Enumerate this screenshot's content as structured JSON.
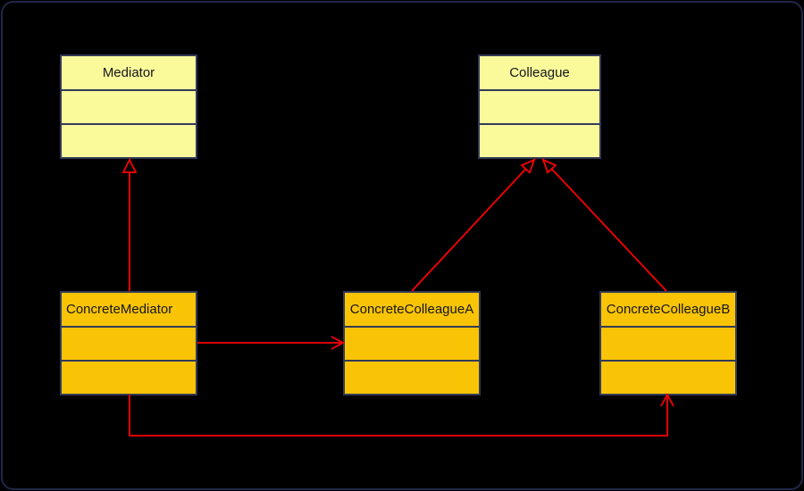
{
  "colors": {
    "background": "#000000",
    "frame_border": "#1f2748",
    "abstract_fill": "#fafa9b",
    "concrete_fill": "#f9c405",
    "node_border": "#333a58",
    "edge": "#fa0000",
    "text": "#15151e"
  },
  "diagram_type": "uml-class-diagram",
  "nodes": {
    "mediator": {
      "label": "Mediator",
      "fill": "#fafa9b",
      "compartments": [
        "",
        ""
      ]
    },
    "colleague": {
      "label": "Colleague",
      "fill": "#fafa9b",
      "compartments": [
        "",
        ""
      ]
    },
    "concrete_mediator": {
      "label": "ConcreteMediator",
      "fill": "#f9c405",
      "compartments": [
        "",
        ""
      ]
    },
    "concrete_colleague_a": {
      "label": "ConcreteColleagueA",
      "fill": "#f9c405",
      "compartments": [
        "",
        ""
      ]
    },
    "concrete_colleague_b": {
      "label": "ConcreteColleagueB",
      "fill": "#f9c405",
      "compartments": [
        "",
        ""
      ]
    }
  },
  "edges": [
    {
      "id": "gen-concretemediator-mediator",
      "type": "generalization",
      "from": "ConcreteMediator",
      "to": "Mediator",
      "head": "hollow-triangle"
    },
    {
      "id": "gen-concretecolleaguea-colleague",
      "type": "generalization",
      "from": "ConcreteColleagueA",
      "to": "Colleague",
      "head": "hollow-triangle"
    },
    {
      "id": "gen-concretecolleagueb-colleague",
      "type": "generalization",
      "from": "ConcreteColleagueB",
      "to": "Colleague",
      "head": "hollow-triangle"
    },
    {
      "id": "assoc-concretemediator-concretecolleaguea",
      "type": "directed-association",
      "from": "ConcreteMediator",
      "to": "ConcreteColleagueA",
      "head": "open-arrow"
    },
    {
      "id": "assoc-concretemediator-concretecolleagueb",
      "type": "directed-association",
      "from": "ConcreteMediator",
      "to": "ConcreteColleagueB",
      "head": "open-arrow"
    }
  ]
}
